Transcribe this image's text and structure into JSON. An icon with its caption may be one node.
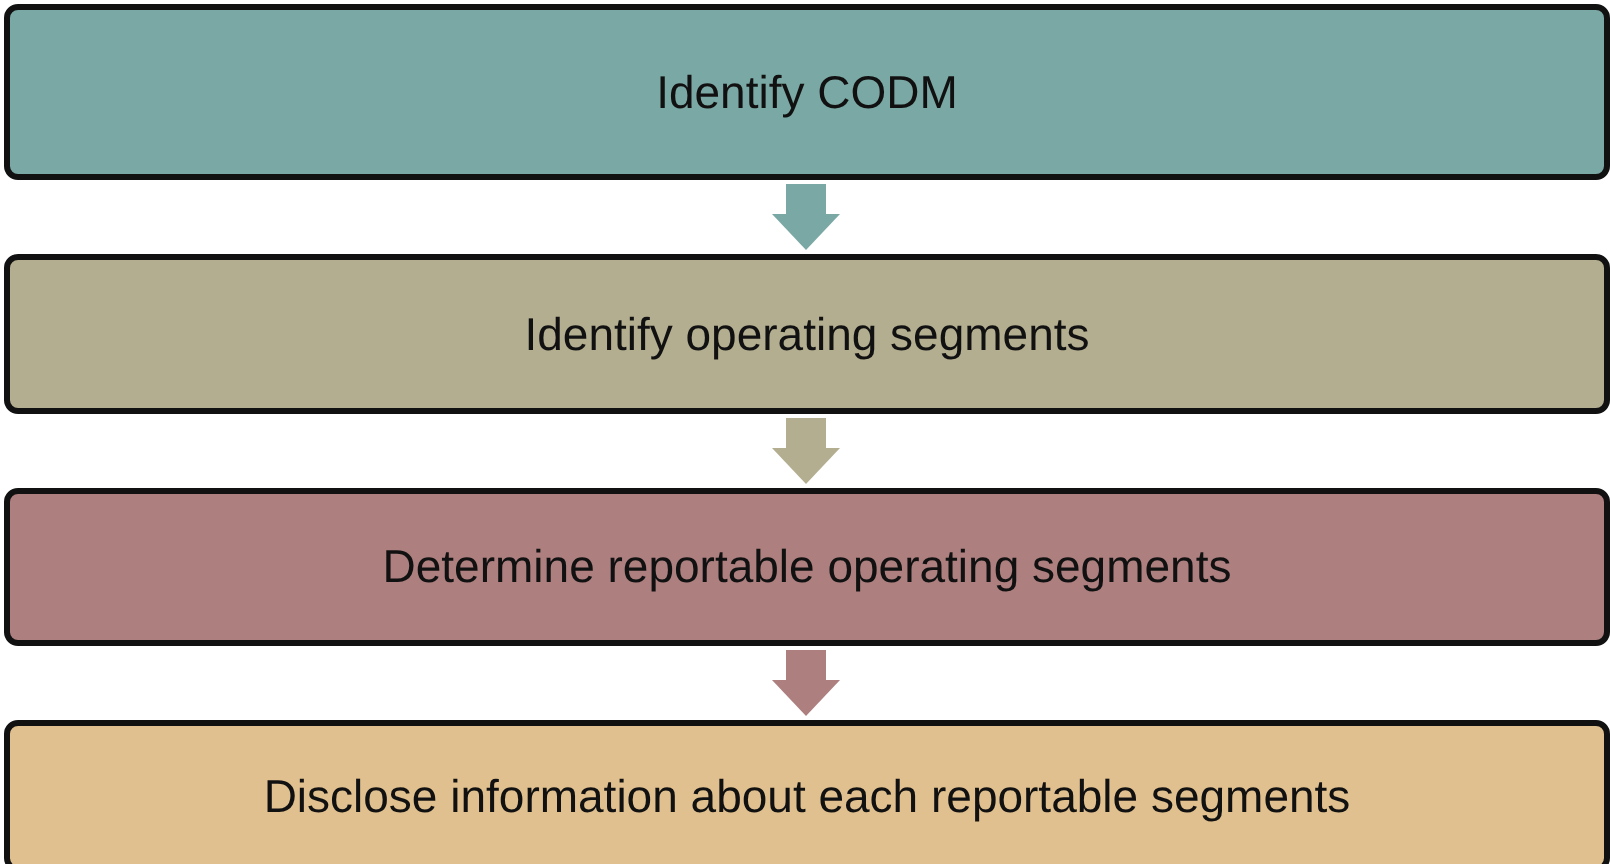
{
  "diagram": {
    "nodes": [
      {
        "text": [
          "Identify CODM"
        ]
      },
      {
        "text": [
          "Identify operating segments"
        ]
      },
      {
        "text": [
          "Determine reportable operating segments"
        ]
      },
      {
        "text": [
          "Disclose information about each reportable segments"
        ]
      }
    ],
    "edges": [
      {
        "from": 0,
        "to": 1,
        "arrow": "to",
        "color": "#7aa8a4"
      },
      {
        "from": 1,
        "to": 2,
        "arrow": "to",
        "color": "#b3ae90"
      },
      {
        "from": 2,
        "to": 3,
        "arrow": "to",
        "color": "#ad7f7f"
      }
    ]
  }
}
